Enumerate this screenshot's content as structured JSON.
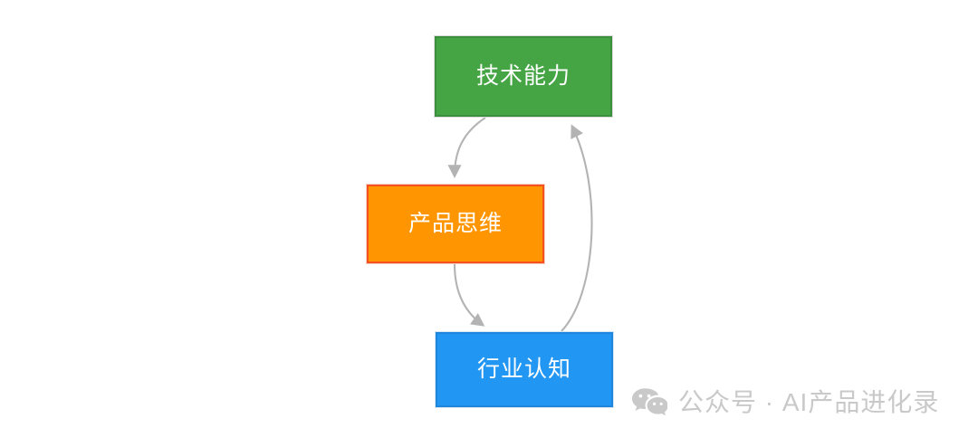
{
  "diagram": {
    "type": "cycle-flowchart",
    "background_color": "#ffffff",
    "nodes": [
      {
        "id": "tech",
        "label": "技术能力",
        "fill_color": "#45a545",
        "border_color": "#3c8f3c",
        "text_color": "#ffffff"
      },
      {
        "id": "product",
        "label": "产品思维",
        "fill_color": "#ff9500",
        "border_color": "#f4511e",
        "text_color": "#ffffff"
      },
      {
        "id": "industry",
        "label": "行业认知",
        "fill_color": "#2196f3",
        "border_color": "#1f86dd",
        "text_color": "#ffffff"
      }
    ],
    "edges": [
      {
        "id": "tech-to-product",
        "from": "技术能力",
        "to": "产品思维",
        "label": "",
        "color": "#b3b3b3"
      },
      {
        "id": "product-to-industry",
        "from": "产品思维",
        "to": "行业认知",
        "label": "",
        "color": "#b3b3b3"
      },
      {
        "id": "industry-to-tech",
        "from": "行业认知",
        "to": "技术能力",
        "label": "",
        "color": "#b3b3b3"
      }
    ]
  },
  "watermark": {
    "icon": "wechat-icon",
    "text": "公众号 · AI产品进化录",
    "color": "#c9c9c9"
  }
}
